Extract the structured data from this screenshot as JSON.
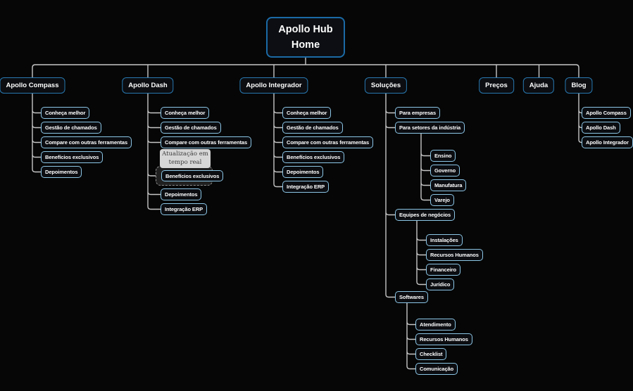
{
  "root": {
    "label": "Apollo Hub Home"
  },
  "branches": [
    {
      "label": "Apollo Compass",
      "children": [
        {
          "label": "Conheça melhor"
        },
        {
          "label": "Gestão de chamados"
        },
        {
          "label": "Compare com outras ferramentas"
        },
        {
          "label": "Benefícios exclusivos"
        },
        {
          "label": "Depoimentos"
        }
      ]
    },
    {
      "label": "Apollo Dash",
      "children": [
        {
          "label": "Conheça melhor"
        },
        {
          "label": "Gestão de chamados"
        },
        {
          "label": "Compare com outras ferramentas"
        },
        {
          "label": "Benefícios exclusivos",
          "selected": true,
          "tooltip": "Atualização em tempo real"
        },
        {
          "label": "Depoimentos"
        },
        {
          "label": "Integração ERP"
        }
      ]
    },
    {
      "label": "Apollo Integrador",
      "children": [
        {
          "label": "Conheça melhor"
        },
        {
          "label": "Gestão de chamados"
        },
        {
          "label": "Compare com outras ferramentas"
        },
        {
          "label": "Benefícios exclusivos"
        },
        {
          "label": "Depoimentos"
        },
        {
          "label": "Integração ERP"
        }
      ]
    },
    {
      "label": "Soluções",
      "children": [
        {
          "label": "Para empresas"
        },
        {
          "label": "Para setores da indústria",
          "children": [
            {
              "label": "Ensino"
            },
            {
              "label": "Governo"
            },
            {
              "label": "Manufatura"
            },
            {
              "label": "Varejo"
            }
          ]
        },
        {
          "label": "Equipes de negócios",
          "children": [
            {
              "label": "Instalações"
            },
            {
              "label": "Recursos Humanos"
            },
            {
              "label": "Financeiro"
            },
            {
              "label": "Jurídico"
            }
          ]
        },
        {
          "label": "Softwares",
          "children": [
            {
              "label": "Atendimento"
            },
            {
              "label": "Recursos Humanos"
            },
            {
              "label": "Checklist"
            },
            {
              "label": "Comunicação"
            }
          ]
        }
      ]
    },
    {
      "label": "Preços",
      "children": []
    },
    {
      "label": "Ajuda",
      "children": []
    },
    {
      "label": "Blog",
      "children": [
        {
          "label": "Apollo Compass"
        },
        {
          "label": "Apollo Dash"
        },
        {
          "label": "Apollo Integrador"
        }
      ]
    }
  ],
  "colors": {
    "background": "#060606",
    "root_border": "#1b6aa6",
    "branch_border": "#2878b0",
    "leaf_border": "#8cc6e6",
    "connector": "#c6c6c6",
    "tooltip_bg": "#d7d7d7",
    "selection_dash": "#8f8f8f"
  }
}
